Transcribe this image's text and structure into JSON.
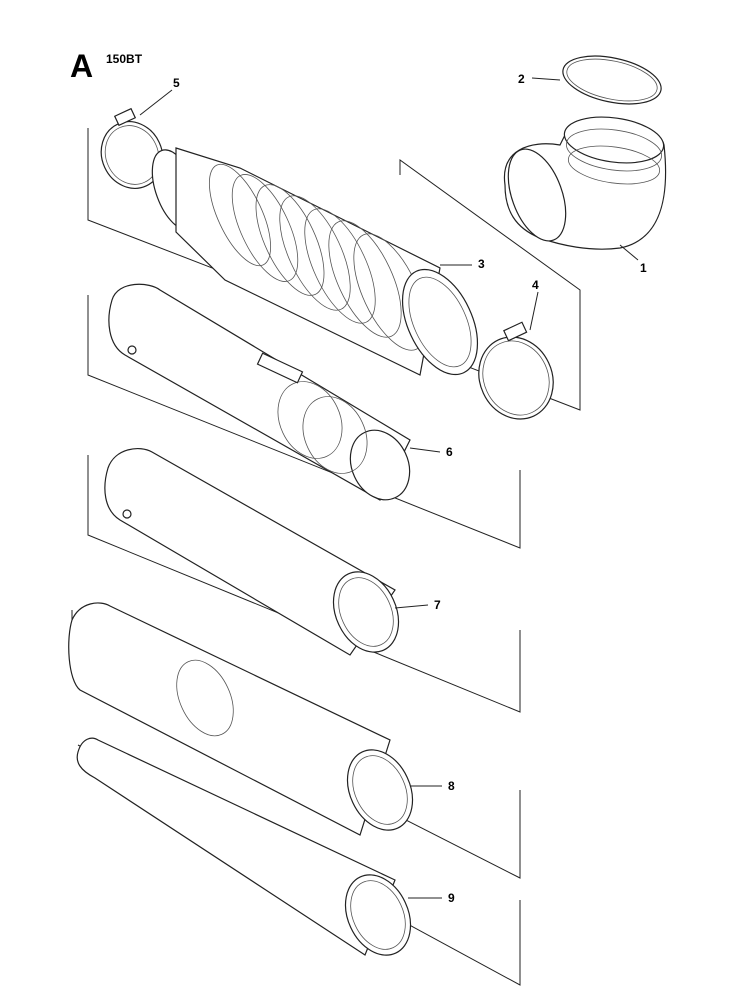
{
  "header": {
    "section_letter": "A",
    "model": "150BT"
  },
  "callouts": {
    "c1": "1",
    "c2": "2",
    "c3": "3",
    "c4": "4",
    "c5": "5",
    "c6": "6",
    "c7": "7",
    "c8": "8",
    "c9": "9"
  }
}
